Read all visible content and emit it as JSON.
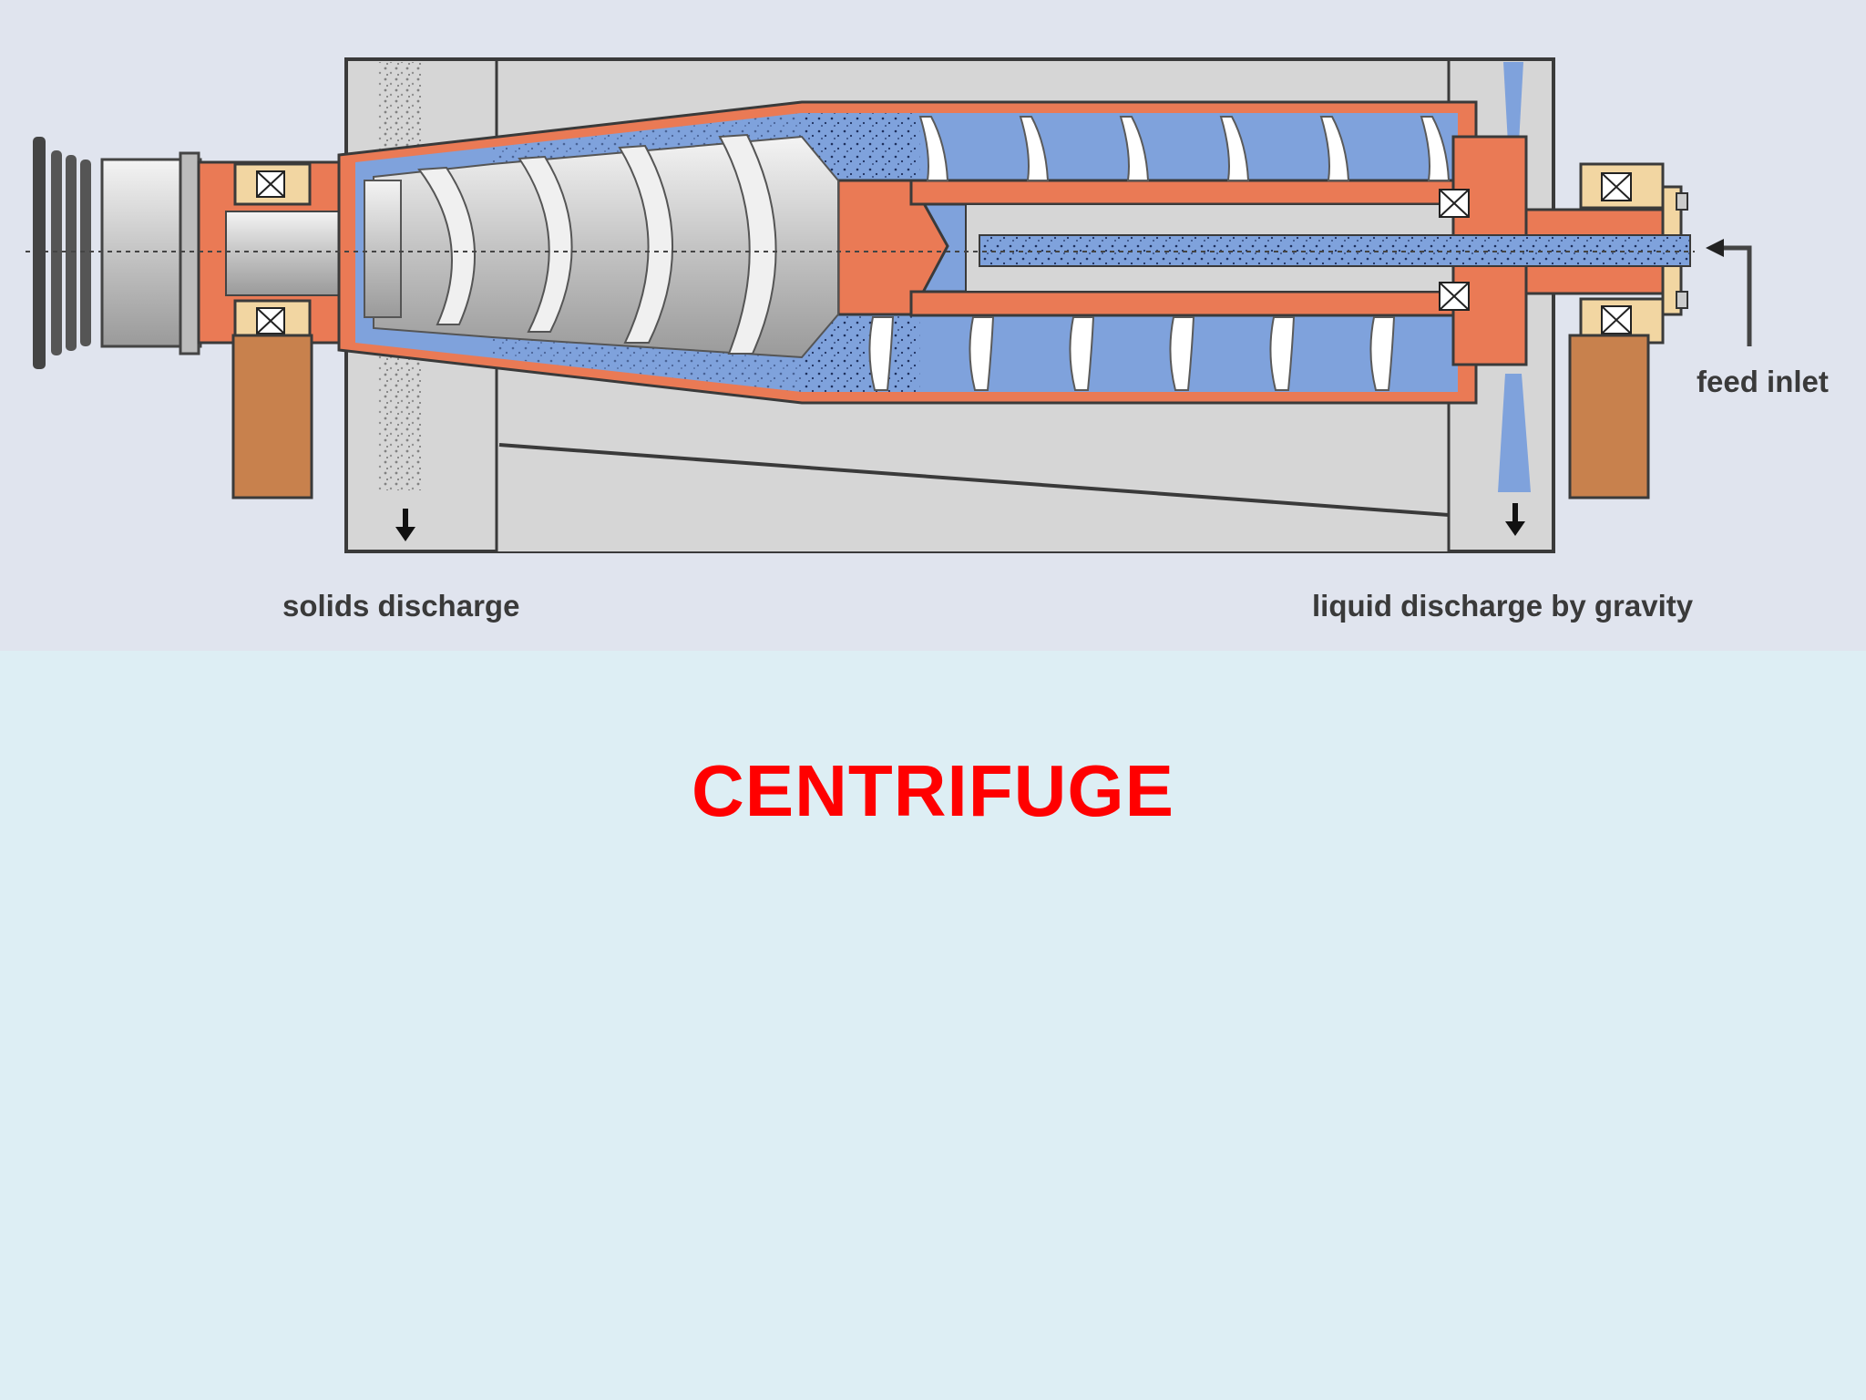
{
  "diagram": {
    "labels": {
      "solids_discharge": "solids discharge",
      "liquid_discharge": "liquid discharge by gravity",
      "feed_inlet": "feed inlet"
    },
    "colors": {
      "panel_bg": "#e0e4ee",
      "housing": "#d6d6d6",
      "housing_stroke": "#3a3a3a",
      "bowl_copper": "#ea7a55",
      "liquid_blue": "#7fa2dc",
      "screw_silver": "#c9c9c9",
      "bearing_beige": "#f2d6a2",
      "support_brown": "#c8814d"
    }
  },
  "slide": {
    "title": "CENTRIFUGE",
    "title_color": "#ff0000",
    "background": "#ddeef4"
  }
}
